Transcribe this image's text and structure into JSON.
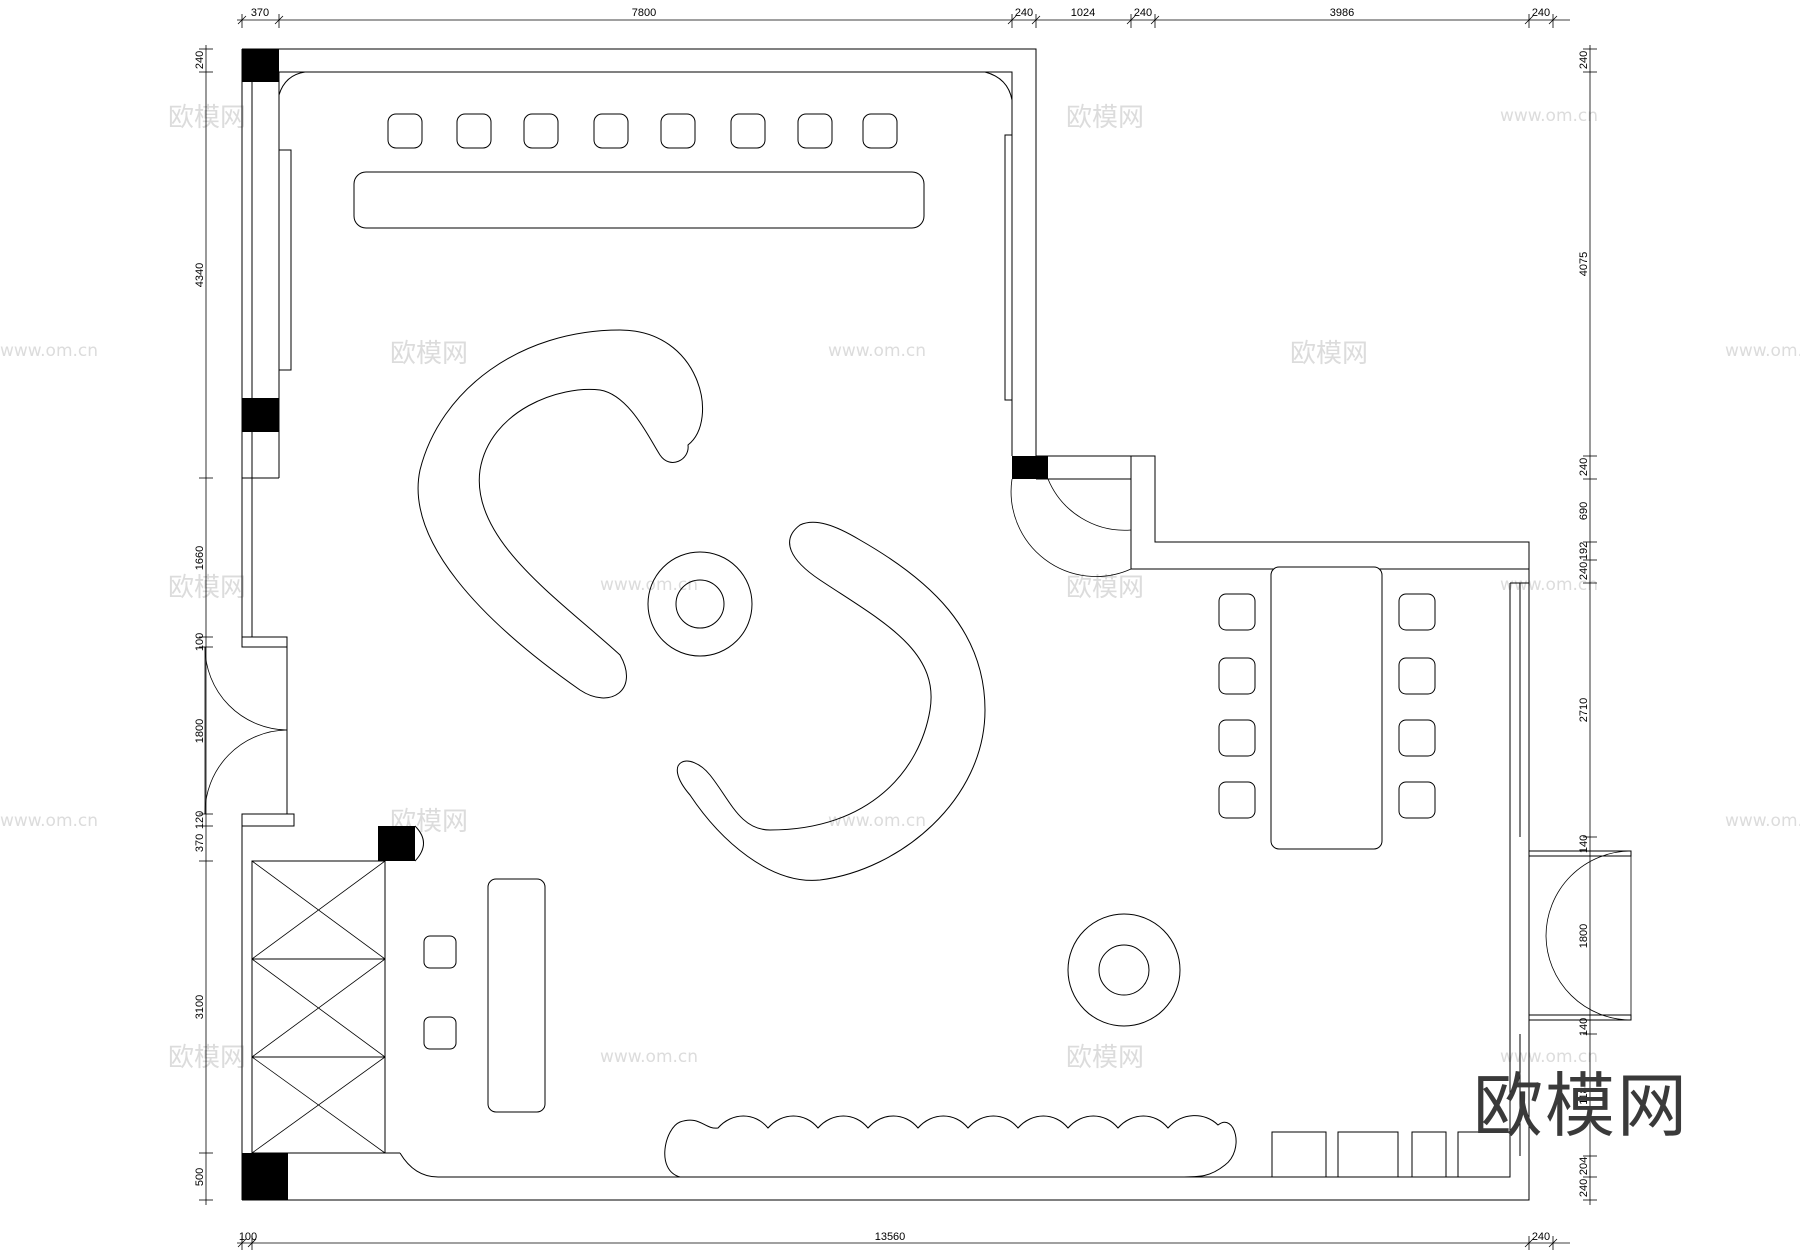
{
  "dimensions": {
    "top": [
      "370",
      "7800",
      "240",
      "1024",
      "240",
      "3986",
      "240"
    ],
    "bottom": [
      "100",
      "13560",
      "240"
    ],
    "left": [
      "240",
      "4340",
      "1660",
      "100",
      "1800",
      "120",
      "370",
      "3100",
      "500"
    ],
    "right": [
      "240",
      "4075",
      "240",
      "690",
      "192",
      "240",
      "2710",
      "140",
      "1800",
      "140",
      "118",
      "204",
      "240"
    ]
  },
  "watermark": {
    "text": "欧模网",
    "url": "www.om.cn"
  },
  "brand_mark": "欧模网"
}
